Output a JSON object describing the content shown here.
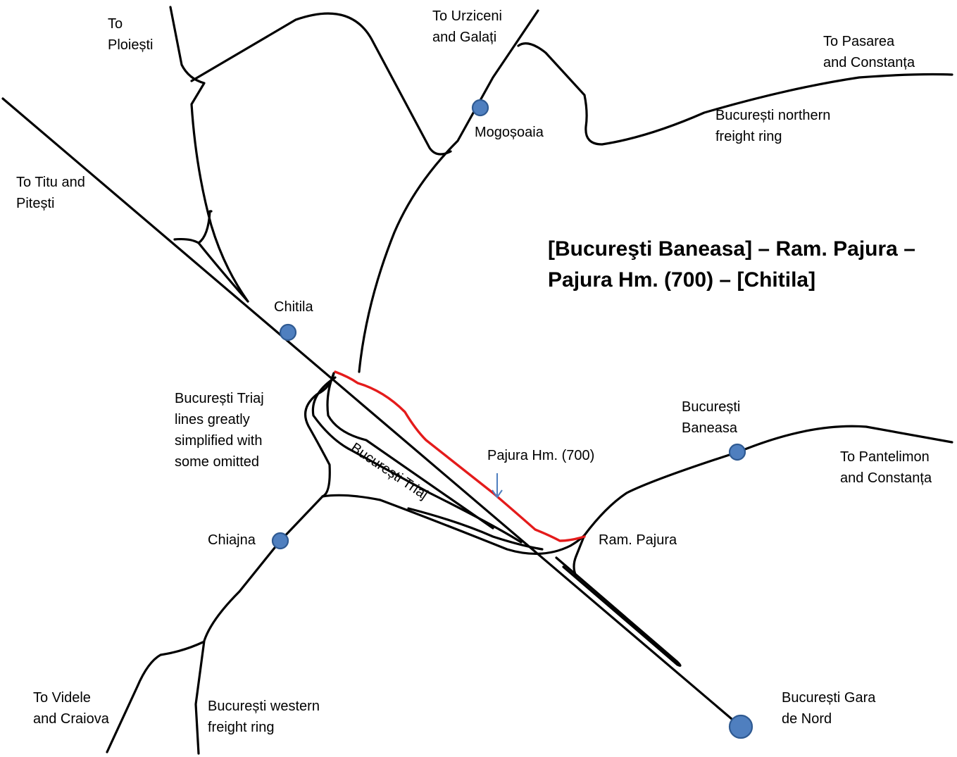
{
  "title": {
    "line1": "[Bucureşti Baneasa] – Ram. Pajura –",
    "line2": "Pajura Hm. (700) – [Chitila]"
  },
  "directions": {
    "ploiesti": [
      "To",
      "Ploiești"
    ],
    "urziceni": [
      "To Urziceni",
      "and Galați"
    ],
    "pasarea": [
      "To Pasarea",
      "and Constanța"
    ],
    "titu": [
      "To Titu and",
      "Pitești"
    ],
    "pantelimon": [
      "To Pantelimon",
      "and Constanța"
    ],
    "videle": [
      "To Videle",
      "and  Craiova"
    ]
  },
  "stations": {
    "mogosoaia": "Mogoșoaia",
    "chitila": "Chitila",
    "baneasa": [
      "București",
      "Baneasa"
    ],
    "chiajna": "Chiajna",
    "gara_de_nord": [
      "București Gara",
      "de Nord"
    ]
  },
  "places": {
    "ram_pajura": "Ram. Pajura",
    "pajura_hm": "Pajura Hm. (700)",
    "triaj": "București Triaj"
  },
  "notes": {
    "northern_ring": [
      "București northern",
      "freight ring"
    ],
    "western_ring": [
      "București western",
      "freight ring"
    ],
    "triaj_note": [
      "București Triaj",
      "lines greatly",
      "simplified with",
      "some omitted"
    ]
  },
  "colors": {
    "track": "#000000",
    "highlighted_route": "#e41b1b",
    "station": "#4f7fbf",
    "arrow": "#4f7fbf"
  }
}
